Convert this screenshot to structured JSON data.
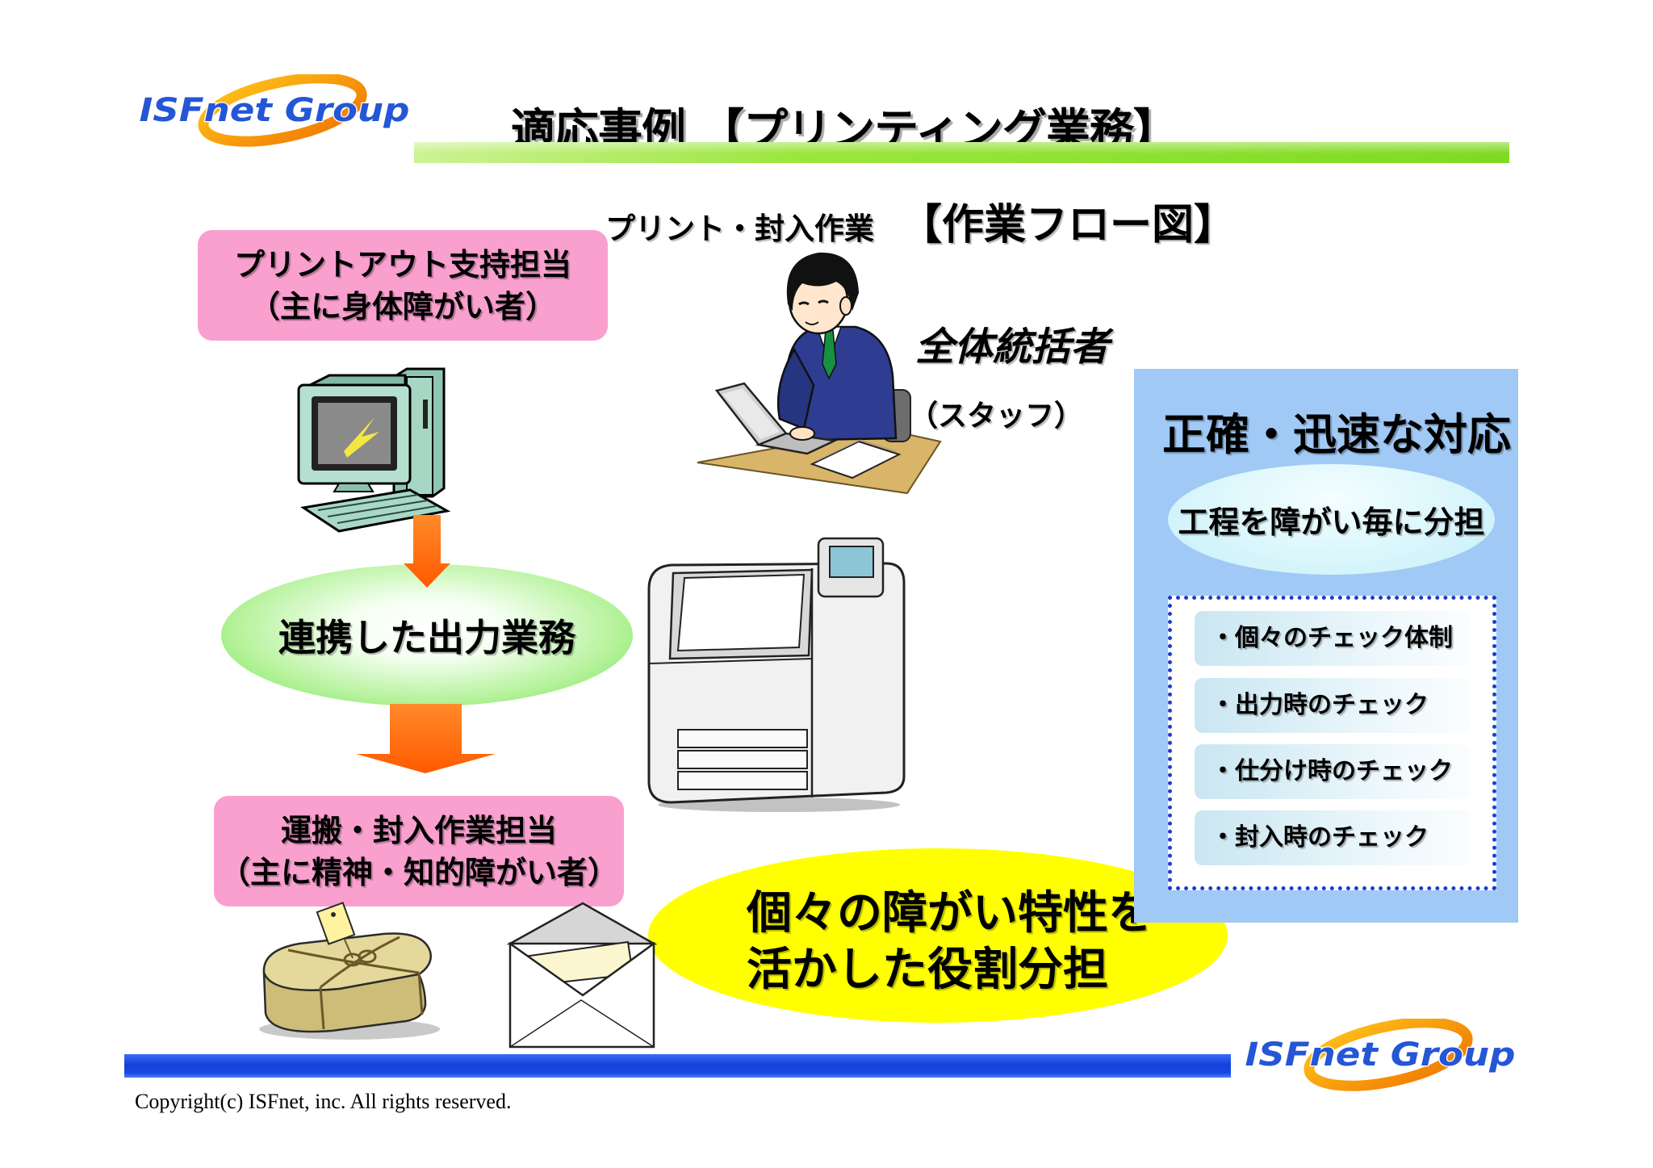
{
  "header": {
    "logo_text": "ISFnet Group",
    "title": "適応事例 【プリンティング業務】"
  },
  "subtitle": {
    "task": "プリント・封入作業",
    "diagram_label": "【作業フロー図】"
  },
  "flow": {
    "print_support": {
      "line1": "プリントアウト支持担当",
      "line2": "（主に身体障がい者）"
    },
    "linked_output": "連携した出力業務",
    "transport_enclose": {
      "line1": "運搬・封入作業担当",
      "line2": "（主に精神・知的障がい者）"
    }
  },
  "supervisor": {
    "role": "全体統括者",
    "staff": "（スタッフ）"
  },
  "callout": {
    "line1": "個々の障がい特性を",
    "line2": "活かした役割分担"
  },
  "quality_panel": {
    "heading": "正確・迅速な対応",
    "bubble": "工程を障がい毎に分担",
    "checks": [
      "・個々のチェック体制",
      "・出力時のチェック",
      "・仕分け時のチェック",
      "・封入時のチェック"
    ]
  },
  "footer": {
    "copyright": "Copyright(c) ISFnet, inc. All rights reserved.",
    "logo_text": "ISFnet Group"
  },
  "icons": {
    "computer": "desktop-computer-icon",
    "worker": "office-worker-icon",
    "printer": "printer-icon",
    "package": "package-icon",
    "envelope": "envelope-icon",
    "arrow": "arrow-down-icon"
  },
  "colors": {
    "title_bar_green": "#7fda22",
    "pink_box": "#f9a0cf",
    "output_ellipse_green": "#5fe34d",
    "arrow_orange": "#ff6600",
    "callout_yellow": "#ffff00",
    "panel_blue": "#a0c9f5",
    "check_border_blue": "#1c3ccc",
    "footer_bar_blue": "#1a48e2",
    "logo_blue": "#2456d6",
    "logo_orange": "#f07800"
  }
}
